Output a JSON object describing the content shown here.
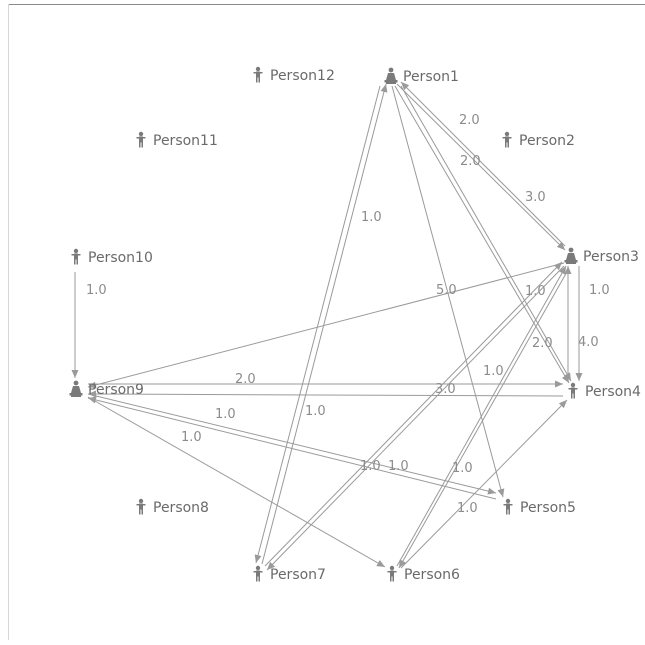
{
  "graph": {
    "nodes": [
      {
        "id": "Person1",
        "label": "Person1",
        "icon": "group-person-icon"
      },
      {
        "id": "Person2",
        "label": "Person2",
        "icon": "person-icon"
      },
      {
        "id": "Person3",
        "label": "Person3",
        "icon": "group-person-icon"
      },
      {
        "id": "Person4",
        "label": "Person4",
        "icon": "person-icon"
      },
      {
        "id": "Person5",
        "label": "Person5",
        "icon": "person-icon"
      },
      {
        "id": "Person6",
        "label": "Person6",
        "icon": "person-icon"
      },
      {
        "id": "Person7",
        "label": "Person7",
        "icon": "person-icon"
      },
      {
        "id": "Person8",
        "label": "Person8",
        "icon": "person-icon"
      },
      {
        "id": "Person9",
        "label": "Person9",
        "icon": "group-person-icon"
      },
      {
        "id": "Person10",
        "label": "Person10",
        "icon": "person-icon"
      },
      {
        "id": "Person11",
        "label": "Person11",
        "icon": "person-icon"
      },
      {
        "id": "Person12",
        "label": "Person12",
        "icon": "person-icon"
      }
    ],
    "edges": [
      {
        "from": "Person1",
        "to": "Person3",
        "weight": "2.0"
      },
      {
        "from": "Person3",
        "to": "Person1",
        "weight": "3.0"
      },
      {
        "from": "Person1",
        "to": "Person4",
        "weight": "2.0"
      },
      {
        "from": "Person1",
        "to": "Person4",
        "weight": "1.0"
      },
      {
        "from": "Person7",
        "to": "Person1",
        "weight": "1.0"
      },
      {
        "from": "Person1",
        "to": "Person7",
        "weight": "1.0"
      },
      {
        "from": "Person1",
        "to": "Person5",
        "weight": "1.0"
      },
      {
        "from": "Person10",
        "to": "Person9",
        "weight": "1.0"
      },
      {
        "from": "Person3",
        "to": "Person9",
        "weight": "5.0"
      },
      {
        "from": "Person3",
        "to": "Person4",
        "weight": "1.0"
      },
      {
        "from": "Person4",
        "to": "Person3",
        "weight": "4.0"
      },
      {
        "from": "Person9",
        "to": "Person4",
        "weight": "2.0"
      },
      {
        "from": "Person4",
        "to": "Person9",
        "weight": "3.0"
      },
      {
        "from": "Person9",
        "to": "Person5",
        "weight": "1.0"
      },
      {
        "from": "Person5",
        "to": "Person9",
        "weight": "1.0"
      },
      {
        "from": "Person9",
        "to": "Person6",
        "weight": "1.0"
      },
      {
        "from": "Person7",
        "to": "Person3",
        "weight": "1.0"
      },
      {
        "from": "Person3",
        "to": "Person7",
        "weight": "1.0"
      },
      {
        "from": "Person6",
        "to": "Person3",
        "weight": "2.0"
      },
      {
        "from": "Person3",
        "to": "Person6",
        "weight": "1.0"
      },
      {
        "from": "Person6",
        "to": "Person4",
        "weight": "1.0"
      }
    ]
  }
}
